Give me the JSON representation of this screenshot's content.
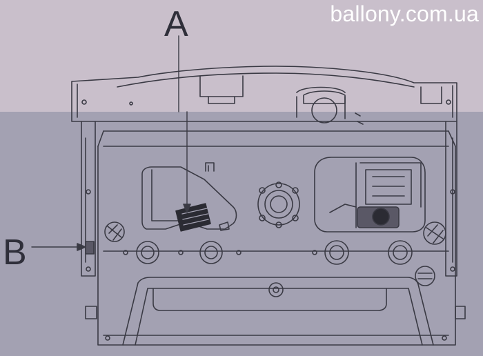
{
  "watermark": "ballony.com.ua",
  "callouts": {
    "a": "A",
    "b": "B"
  },
  "colors": {
    "background_upper": "#c9bfcb",
    "background_lower": "#a3a1b2",
    "line": "#3a3a44",
    "shadow": "#8e8c9c"
  }
}
